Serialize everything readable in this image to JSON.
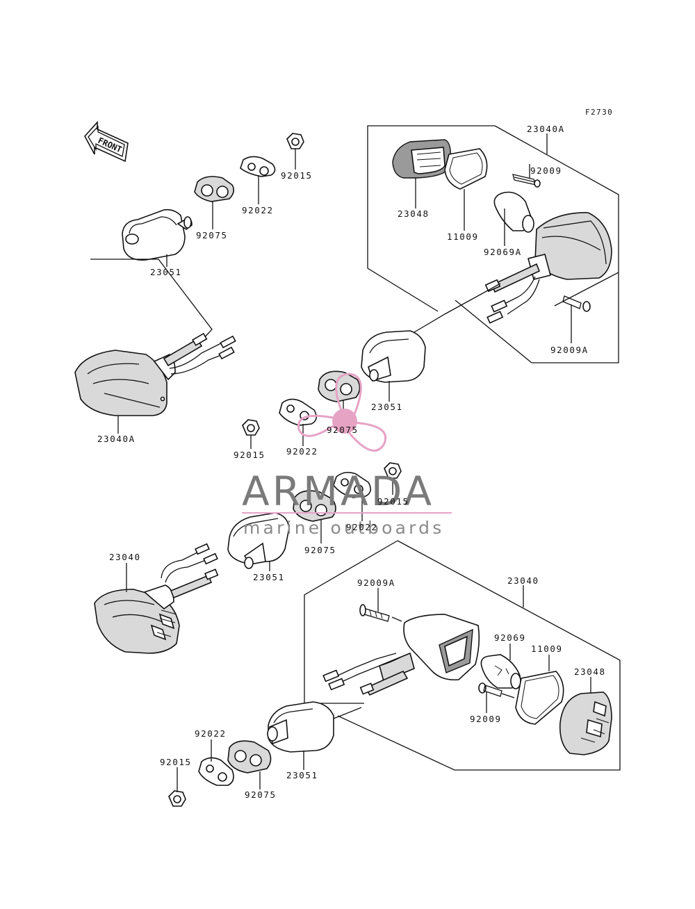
{
  "figure_code": "F2730",
  "front_label": "FRONT",
  "watermark": {
    "brand": "ARMADA",
    "tagline": "marine outboards",
    "accent_color": "#e6a3c4",
    "text_color": "#7a7a7a"
  },
  "labels": {
    "l_23040A_top": "23040A",
    "l_92009_top": "92009",
    "l_23048_top": "23048",
    "l_11009_top": "11009",
    "l_92069A": "92069A",
    "l_92009A_right": "92009A",
    "l_92015_a": "92015",
    "l_92022_a": "92022",
    "l_92075_a": "92075",
    "l_23051_a": "23051",
    "l_23040A_left": "23040A",
    "l_23051_b": "23051",
    "l_92075_b": "92075",
    "l_92022_b": "92022",
    "l_92015_b": "92015",
    "l_92015_c": "92015",
    "l_92022_c": "92022",
    "l_92075_c": "92075",
    "l_23040_left": "23040",
    "l_23051_c": "23051",
    "l_23040_right": "23040",
    "l_92009A_low": "92009A",
    "l_92069": "92069",
    "l_11009_low": "11009",
    "l_23048_low": "23048",
    "l_92009_low": "92009",
    "l_92022_d": "92022",
    "l_92015_d": "92015",
    "l_92075_d": "92075",
    "l_23051_d": "23051"
  }
}
